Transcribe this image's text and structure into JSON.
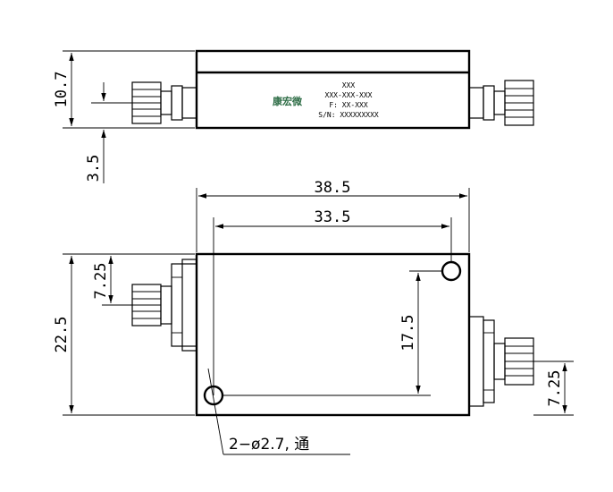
{
  "dimensions": {
    "top_height": "10.7",
    "top_offset": "3.5",
    "width_overall": "38.5",
    "width_holes": "33.5",
    "height_overall": "22.5",
    "left_port_offset": "7.25",
    "hole_spacing": "17.5",
    "right_port_offset": "7.25"
  },
  "label": {
    "logo": "康宏微",
    "line1": "XXX",
    "line2": "XXX-XXX-XXX",
    "line3": "F: XX-XXX",
    "line4": "S/N: XXXXXXXXX"
  },
  "note": "2−ø2.7, 通"
}
